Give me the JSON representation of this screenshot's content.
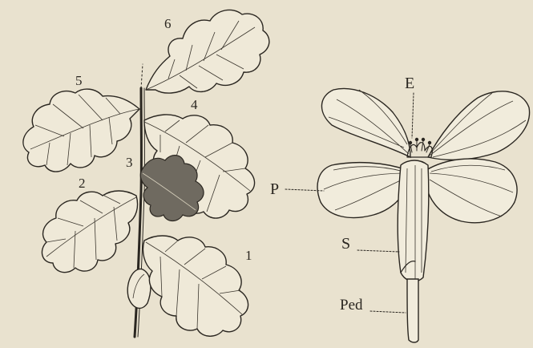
{
  "leaf_labels": {
    "n1": "1",
    "n2": "2",
    "n3": "3",
    "n4": "4",
    "n5": "5",
    "n6": "6"
  },
  "flower_labels": {
    "E": "E",
    "P": "P",
    "S": "S",
    "Ped": "Ped"
  },
  "colors": {
    "paper": "#e9e2cf",
    "ink": "#2a2620",
    "shaded_leaf": "#6f6a60"
  }
}
